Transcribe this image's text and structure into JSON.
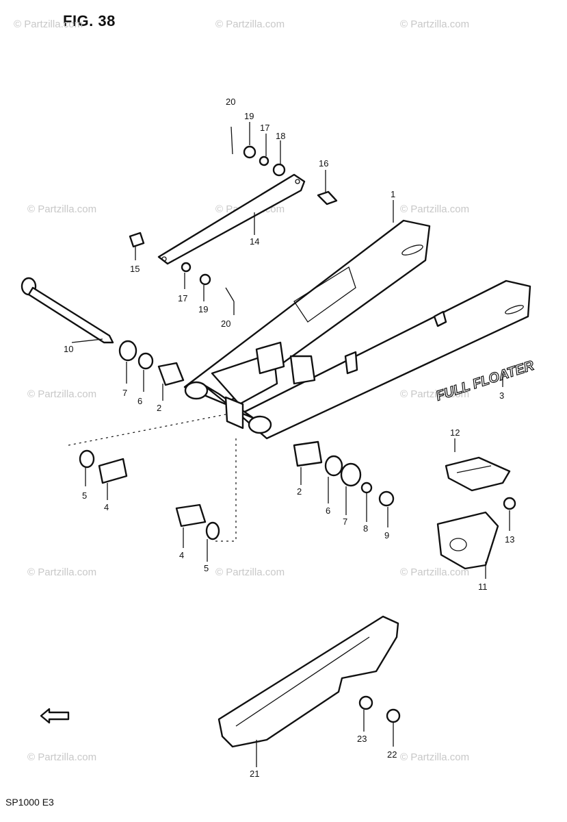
{
  "figure": {
    "title": "FIG. 38",
    "model_code": "SP1000 E3"
  },
  "watermark": "© Partzilla.com",
  "decal_text": "FULL FLOATER",
  "callouts": [
    "1",
    "2",
    "2",
    "3",
    "4",
    "4",
    "5",
    "5",
    "6",
    "6",
    "7",
    "7",
    "8",
    "9",
    "10",
    "11",
    "12",
    "13",
    "14",
    "15",
    "16",
    "17",
    "17",
    "18",
    "19",
    "19",
    "20",
    "20",
    "21",
    "22",
    "23"
  ],
  "icons": {
    "front_arrow": "front-direction-arrow-icon"
  }
}
